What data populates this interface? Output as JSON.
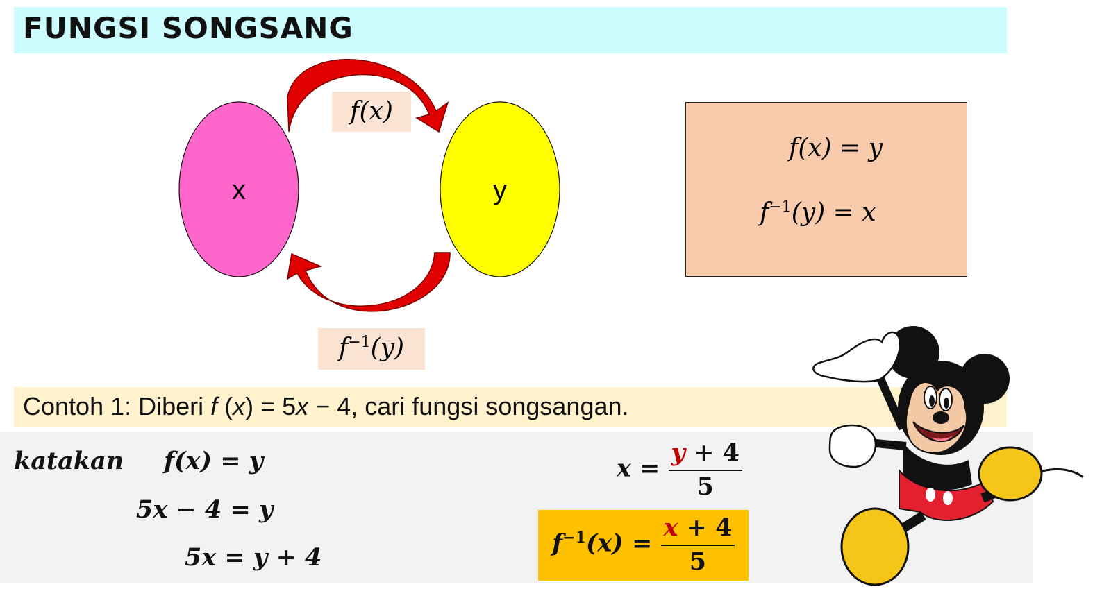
{
  "title": "FUNGSI SONGSANG",
  "diagram": {
    "forward_label": "f(x)",
    "inverse_label_base": "f",
    "inverse_label_sup": "−1",
    "inverse_label_arg": "(y)",
    "domain_label": "x",
    "codomain_label": "y",
    "domain_color": "#ff66cc",
    "codomain_color": "#ffff00",
    "arrow_color": "#e60000"
  },
  "definition": {
    "line1": "f(x) = y",
    "line2_base": "f",
    "line2_sup": "−1",
    "line2_rest": "(y) = x"
  },
  "example": {
    "prefix": "Contoh 1: Diberi ",
    "f": "f",
    "paren_open": " (",
    "x": "x",
    "mid": ") = 5",
    "x2": "x",
    "suffix": " − 4, cari fungsi songsangan."
  },
  "working": {
    "step1_word": "katakan",
    "step1_eq": "f(x) = y",
    "step2": "5x − 4 = y",
    "step3": "5x = y + 4",
    "step4_lhs": "x =",
    "step4_num_var": "y",
    "step4_num_rest": " + 4",
    "step4_den": "5"
  },
  "result": {
    "lhs_base": "f",
    "lhs_sup": "−1",
    "lhs_rest": "(x) =",
    "num_var": "x",
    "num_rest": " + 4",
    "den": "5",
    "bg_color": "#ffc000"
  }
}
